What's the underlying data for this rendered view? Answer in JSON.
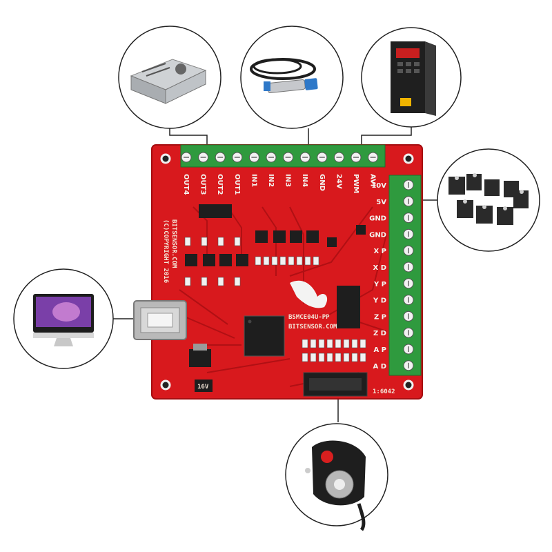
{
  "board": {
    "model": "BSMCE04U-PP",
    "site": "BITSENSOR.COM",
    "brand": "BITSENSOR.COM",
    "copyright": "(C)COPYRIGHT 2016",
    "header_label": "1:6042",
    "cap_text": "16V",
    "top_terminals": [
      "OUT4",
      "OUT3",
      "OUT2",
      "OUT1",
      "IN1",
      "IN2",
      "IN3",
      "IN4",
      "GND",
      "24V",
      "PWM",
      "AVI"
    ],
    "right_terminals": [
      "10V",
      "5V",
      "GND",
      "GND",
      "X P",
      "X D",
      "Y P",
      "Y D",
      "Z P",
      "Z D",
      "A P",
      "A D"
    ]
  },
  "peripherals": [
    {
      "name": "power-supply",
      "icon": "power-supply-icon"
    },
    {
      "name": "proximity-sensor",
      "icon": "sensor-icon"
    },
    {
      "name": "vfd-inverter",
      "icon": "inverter-icon"
    },
    {
      "name": "stepper-motors",
      "icon": "stepper-motor-icon"
    },
    {
      "name": "computer",
      "icon": "computer-icon"
    },
    {
      "name": "mpg-handwheel",
      "icon": "handwheel-icon"
    }
  ],
  "colors": {
    "pcb": "#d8191d",
    "terminal": "#2f9a3e",
    "circle_stroke": "#222222"
  }
}
